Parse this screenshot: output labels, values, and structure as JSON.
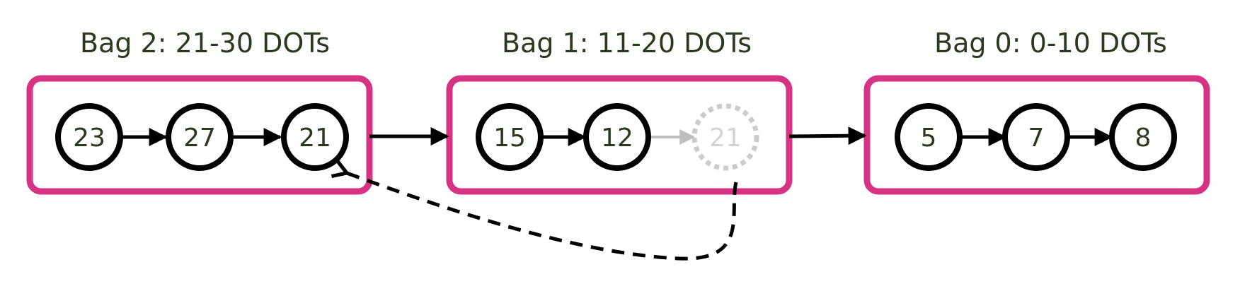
{
  "colors": {
    "bag_border": "#d63384",
    "node_stroke": "#000000",
    "ghost_stroke": "#cccccc",
    "ghost_arrow": "#bfbfbf",
    "text": "#2a3a1f"
  },
  "bags": [
    {
      "title": "Bag 2: 21-30 DOTs",
      "nodes": [
        {
          "label": "23"
        },
        {
          "label": "27"
        },
        {
          "label": "21"
        }
      ]
    },
    {
      "title": "Bag 1: 11-20 DOTs",
      "nodes": [
        {
          "label": "15"
        },
        {
          "label": "12"
        },
        {
          "label": "21",
          "ghost": true
        }
      ]
    },
    {
      "title": "Bag 0: 0-10 DOTs",
      "nodes": [
        {
          "label": "5"
        },
        {
          "label": "7"
        },
        {
          "label": "8"
        }
      ]
    }
  ]
}
